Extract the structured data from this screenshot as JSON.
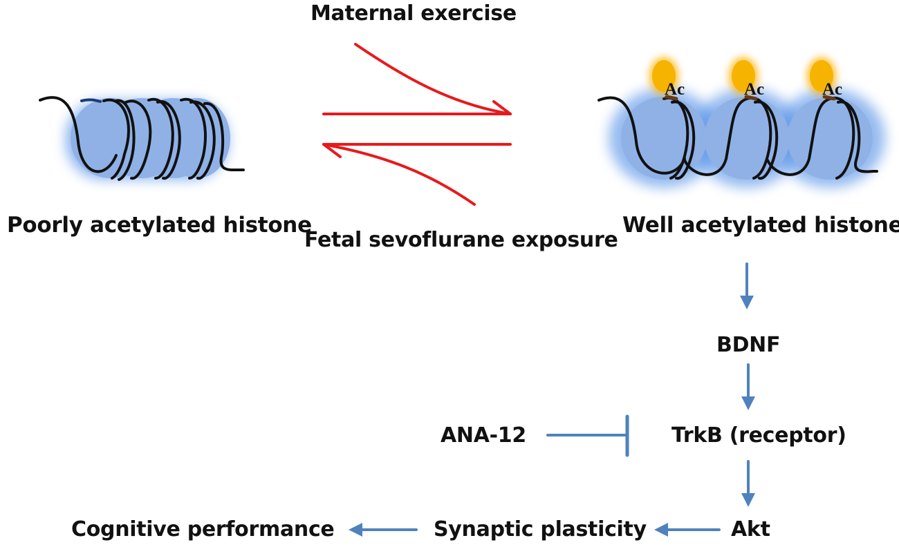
{
  "labels": {
    "maternal_exercise": "Maternal exercise",
    "fetal_sevoflurane": "Fetal sevoflurane exposure",
    "poorly_acetylated": "Poorly acetylated histone",
    "well_acetylated": "Well acetylated histone",
    "bdnf": "BDNF",
    "trkb": "TrkB (receptor)",
    "ana12": "ANA-12",
    "akt": "Akt",
    "synaptic": "Synaptic plasticity",
    "cognitive": "Cognitive performance"
  },
  "acetyl_mark": "Ac",
  "colors": {
    "equilibrium_arrows": "#e8191c",
    "pathway_arrows": "#4f82bd",
    "histone_fill": "#8fb1e6",
    "histone_glow": "#4f8de6",
    "acetyl_group": "#f6b400",
    "dna_strand": "#111111",
    "text": "#111111"
  }
}
